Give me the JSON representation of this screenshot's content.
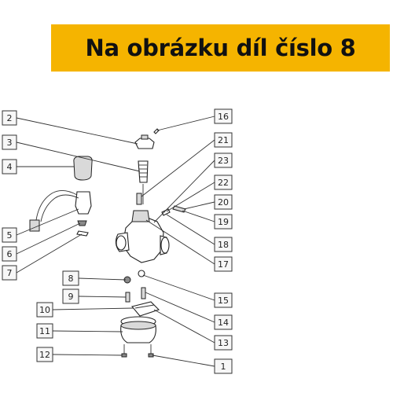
{
  "banner": {
    "title": "Na obrázku díl číslo 8"
  },
  "colors": {
    "banner_bg": "#f5b400",
    "text": "#111111"
  },
  "callouts": {
    "left": [
      "2",
      "3",
      "4",
      "5",
      "6",
      "7",
      "8",
      "9",
      "10",
      "11",
      "12"
    ],
    "right": [
      "16",
      "21",
      "23",
      "22",
      "20",
      "19",
      "18",
      "17",
      "15",
      "14",
      "13",
      "1"
    ]
  }
}
